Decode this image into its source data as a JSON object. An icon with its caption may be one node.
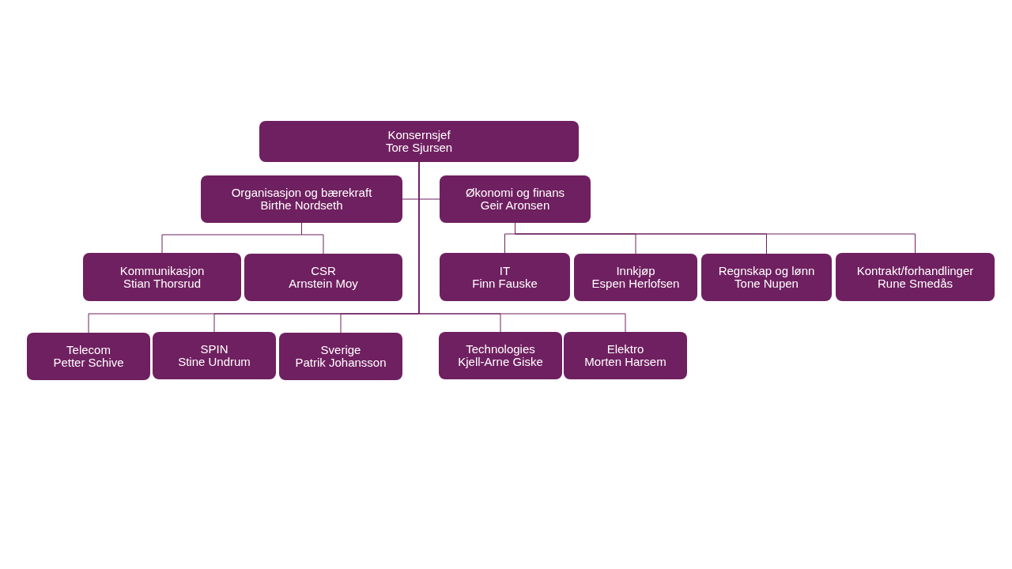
{
  "diagram": {
    "nodes": [
      {
        "text": [
          "Konsernsjef",
          "Tore Sjursen"
        ]
      },
      {
        "text": [
          "Organisasjon og bærekraft",
          "Birthe Nordseth"
        ]
      },
      {
        "text": [
          "Økonomi og finans",
          "Geir Aronsen"
        ]
      },
      {
        "text": [
          "Kommunikasjon",
          "Stian Thorsrud"
        ]
      },
      {
        "text": [
          "CSR",
          "Arnstein Moy"
        ]
      },
      {
        "text": [
          "IT",
          "Finn Fauske"
        ]
      },
      {
        "text": [
          "Innkjøp",
          "Espen Herlofsen"
        ]
      },
      {
        "text": [
          "Regnskap og lønn",
          "Tone Nupen"
        ]
      },
      {
        "text": [
          "Kontrakt/forhandlinger",
          "Rune Smedås"
        ]
      },
      {
        "text": [
          "Telecom",
          "Petter Schive"
        ]
      },
      {
        "text": [
          "SPIN",
          "Stine Undrum"
        ]
      },
      {
        "text": [
          "Sverige",
          "Patrik Johansson"
        ]
      },
      {
        "text": [
          "Technologies",
          "Kjell-Arne Giske"
        ]
      },
      {
        "text": [
          "Elektro",
          "Morten Harsem"
        ]
      }
    ],
    "edges": [
      {
        "from": 0,
        "to": 1,
        "arrow": "none"
      },
      {
        "from": 0,
        "to": 2,
        "arrow": "none"
      },
      {
        "from": 1,
        "to": 3,
        "arrow": "none"
      },
      {
        "from": 1,
        "to": 4,
        "arrow": "none"
      },
      {
        "from": 2,
        "to": 5,
        "arrow": "none"
      },
      {
        "from": 2,
        "to": 6,
        "arrow": "none"
      },
      {
        "from": 2,
        "to": 7,
        "arrow": "none"
      },
      {
        "from": 2,
        "to": 8,
        "arrow": "none"
      },
      {
        "from": 0,
        "to": 9,
        "arrow": "none"
      },
      {
        "from": 0,
        "to": 10,
        "arrow": "none"
      },
      {
        "from": 0,
        "to": 11,
        "arrow": "none"
      },
      {
        "from": 0,
        "to": 12,
        "arrow": "none"
      },
      {
        "from": 0,
        "to": 13,
        "arrow": "none"
      }
    ]
  }
}
